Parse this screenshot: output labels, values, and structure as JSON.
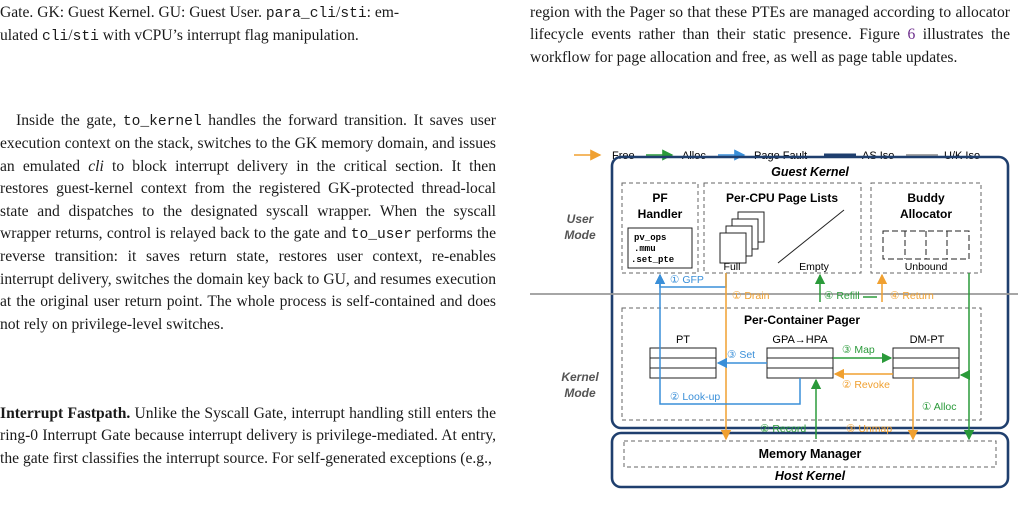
{
  "left_column": {
    "caption_tail": {
      "t1": "Gate. GK: Guest Kernel. GU: Guest User. ",
      "m1": "para_cli",
      "t2": "/",
      "m2": "sti",
      "t3": ": em-",
      "t4": "ulated ",
      "m3": "cli",
      "t5": "/",
      "m4": "sti",
      "t6": " with vCPU’s interrupt flag manipulation."
    },
    "para1": {
      "a": "Inside the gate, ",
      "m_to_kernel": "to_kernel",
      "b": " handles the forward transition. It saves user execution context on the stack, switches to the GK memory domain, and issues an emulated ",
      "cli": "cli",
      "c": " to block interrupt delivery in the critical section. It then restores guest-kernel context from the registered GK-protected thread-local state and dispatches to the designated syscall wrapper. When the syscall wrapper returns, control is relayed back to the gate and ",
      "m_to_user": "to_user",
      "d": " performs the reverse transition: it saves return state, restores user context, re-enables interrupt delivery, switches the domain key back to GU, and resumes execution at the original user return point. The whole process is self-contained and does not rely on privilege-level switches."
    },
    "para2": {
      "heading": "Interrupt Fastpath.",
      "text": " Unlike the Syscall Gate, interrupt handling still enters the ring-0 Interrupt Gate because interrupt delivery is privilege-mediated. At entry, the gate first classifies the interrupt source. For self-generated exceptions (e.g.,"
    }
  },
  "right_column": {
    "para": {
      "a": "region with the Pager so that these PTEs are managed according to allocator lifecycle events rather than their static presence. Figure ",
      "fig_ref": "6",
      "b": " illustrates the workflow for page allocation and free, as well as page table updates."
    }
  },
  "figure": {
    "colors": {
      "free": "#f0a030",
      "alloc": "#2a9a3a",
      "fault": "#3a8fd8",
      "as_iso": "#1f3f6e",
      "uk_iso": "#9a9a9a"
    },
    "legend": {
      "free": "Free",
      "alloc": "Alloc",
      "page_fault": "Page Fault",
      "as_iso": "AS Iso",
      "uk_iso": "U/K Iso"
    },
    "guest_kernel": "Guest Kernel",
    "host_kernel": "Host Kernel",
    "user_mode": [
      "User",
      "Mode"
    ],
    "kernel_mode": [
      "Kernel",
      "Mode"
    ],
    "pf_handler": {
      "title": [
        "PF",
        "Handler"
      ],
      "code": [
        "pv_ops",
        ".mmu",
        ".set_pte"
      ]
    },
    "page_lists": {
      "title": "Per-CPU Page Lists",
      "full": "Full",
      "empty": "Empty"
    },
    "buddy": {
      "title": [
        "Buddy",
        "Allocator"
      ],
      "unbound": "Unbound"
    },
    "pager": {
      "title": "Per-Container Pager",
      "pt": "PT",
      "gpa_hpa": "GPA→HPA",
      "dm_pt": "DM-PT"
    },
    "memory_manager": "Memory Manager",
    "labels": {
      "gfp": "① GFP",
      "drain": "① Drain",
      "refill": "④ Refill",
      "return": "④ Return",
      "set": "③ Set",
      "map": "③ Map",
      "lookup": "② Look-up",
      "revoke": "② Revoke",
      "alloc1": "① Alloc",
      "record": "② Record",
      "unmap": "③ Unmap"
    }
  }
}
